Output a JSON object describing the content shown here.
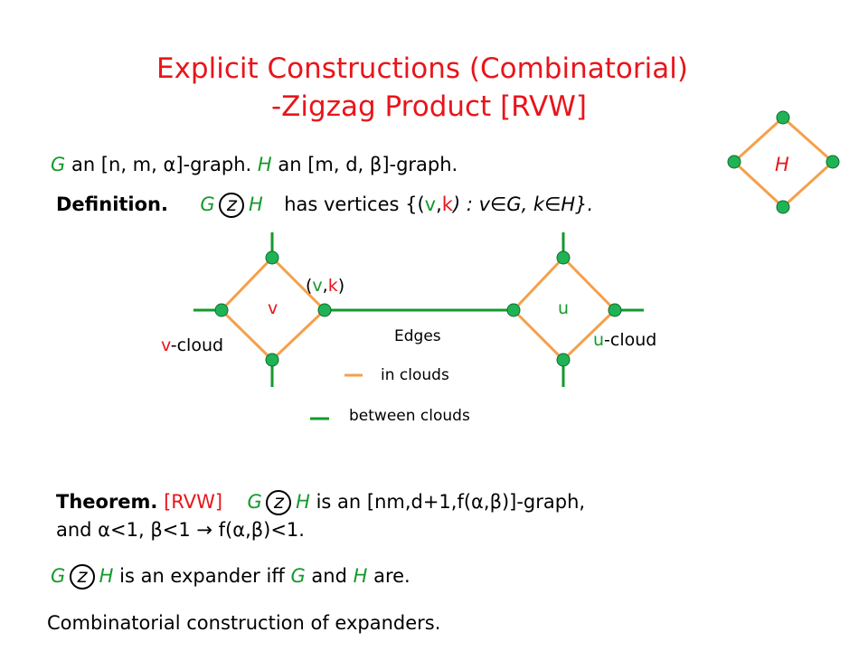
{
  "title": {
    "line1": "Explicit Constructions  (Combinatorial)",
    "line2": "-Zigzag Product [RVW]"
  },
  "graphs_line": {
    "g": "G",
    "g_params": " an [n, m, α]-graph.  ",
    "h": "H",
    "h_params": " an [m, d, β]-graph."
  },
  "definition": {
    "label": "Definition.",
    "g": "G",
    "z": "z",
    "h": "H",
    "text_a": "has vertices {(",
    "v": "v",
    "comma": ",",
    "k": "k",
    "text_b": ") : v∈G, k∈H}."
  },
  "corner_graph": {
    "label": "H"
  },
  "diagram": {
    "v_label": "v",
    "u_label": "u",
    "vk_open": "(",
    "vk_v": "v",
    "vk_comma": ",",
    "vk_k": "k",
    "vk_close": ")",
    "v_cloud_v": "v",
    "v_cloud_text": "-cloud",
    "u_cloud_u": "u",
    "u_cloud_text": "-cloud",
    "legend_title": "Edges",
    "legend_in": "in clouds",
    "legend_between": "between clouds"
  },
  "theorem": {
    "label": "Theorem.",
    "cite": "[RVW]",
    "g": "G",
    "z": "z",
    "h": "H",
    "text_a": " is an [nm,d+1,f(α,β)]-graph,",
    "line2": "and    α<1, β<1 → f(α,β)<1."
  },
  "expander_line": {
    "g": "G",
    "z": "z",
    "h": "H",
    "text_a": " is an expander iff ",
    "g2": "G",
    "and": " and ",
    "h2": "H",
    "text_b": " are."
  },
  "footer": {
    "text": "Combinatorial construction of expanders."
  },
  "colors": {
    "title": "#e8151b",
    "edge_orange": "#f5a04a",
    "edge_green": "#139a2c",
    "node_green": "#20b356",
    "text_green": "#139a2c"
  }
}
